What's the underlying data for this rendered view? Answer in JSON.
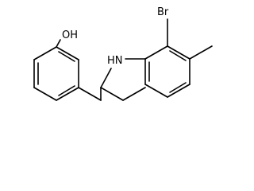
{
  "molecule": {
    "atom_labels": {
      "hydroxyl": "OH",
      "amine": "HN",
      "bromine": "Br"
    },
    "colors": {
      "bond": "#000000",
      "background": "#ffffff"
    }
  }
}
